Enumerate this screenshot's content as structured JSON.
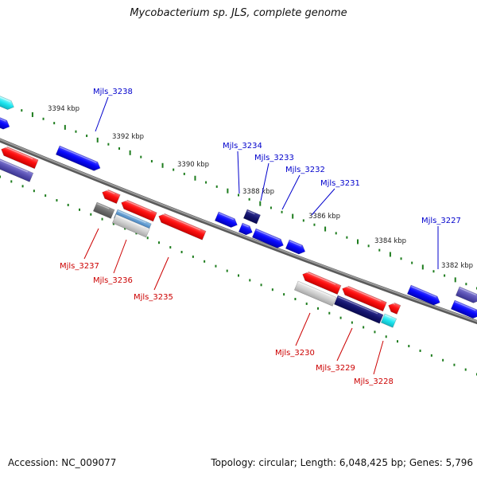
{
  "title": "Mycobacterium sp. JLS, complete genome",
  "footer": {
    "accession": "Accession: NC_009077",
    "summary": "Topology: circular; Length: 6,048,425 bp; Genes: 5,796"
  },
  "colors": {
    "backbone": "#808080",
    "ticks": "#1e7d1e",
    "forward_label": "#0000cc",
    "reverse_label": "#cc0000"
  },
  "kbp_labels": [
    "3394 kbp",
    "3392 kbp",
    "3390 kbp",
    "3388 kbp",
    "3386 kbp",
    "3384 kbp",
    "3382 kbp"
  ],
  "forward_genes": [
    "Mjls_3238",
    "Mjls_3234",
    "Mjls_3233",
    "Mjls_3232",
    "Mjls_3231",
    "Mjls_3227"
  ],
  "reverse_genes": [
    "Mjls_3237",
    "Mjls_3236",
    "Mjls_3235",
    "Mjls_3230",
    "Mjls_3229",
    "Mjls_3228"
  ]
}
